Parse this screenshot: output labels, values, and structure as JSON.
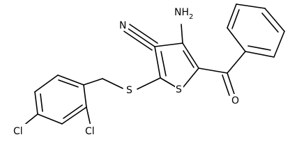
{
  "molecule": {
    "atom_labels": {
      "nitrogen_nitrile": "N",
      "amino_main": "NH",
      "amino_sub": "2",
      "ring_sulfur": "S",
      "thioether_sulfur": "S",
      "carbonyl_oxygen": "O",
      "chlorine_para": "Cl",
      "chlorine_ortho": "Cl"
    }
  }
}
